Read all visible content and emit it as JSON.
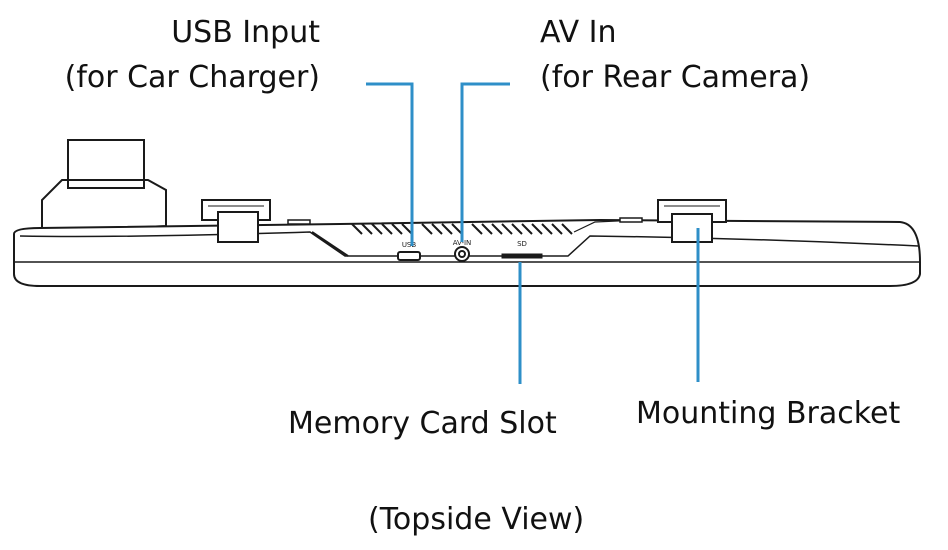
{
  "labels": {
    "usb_line1": "USB Input",
    "usb_line2": "(for Car Charger)",
    "av_line1": "AV In",
    "av_line2": "(for Rear Camera)",
    "memory_card": "Memory Card Slot",
    "mounting_bracket": "Mounting Bracket",
    "caption": "(Topside View)"
  },
  "device_port_markings": {
    "usb": "USB",
    "av": "AV-IN",
    "card": "SD"
  },
  "colors": {
    "leader_line": "#2e8fc8",
    "outline": "#1a1a1a",
    "text": "#111111"
  }
}
